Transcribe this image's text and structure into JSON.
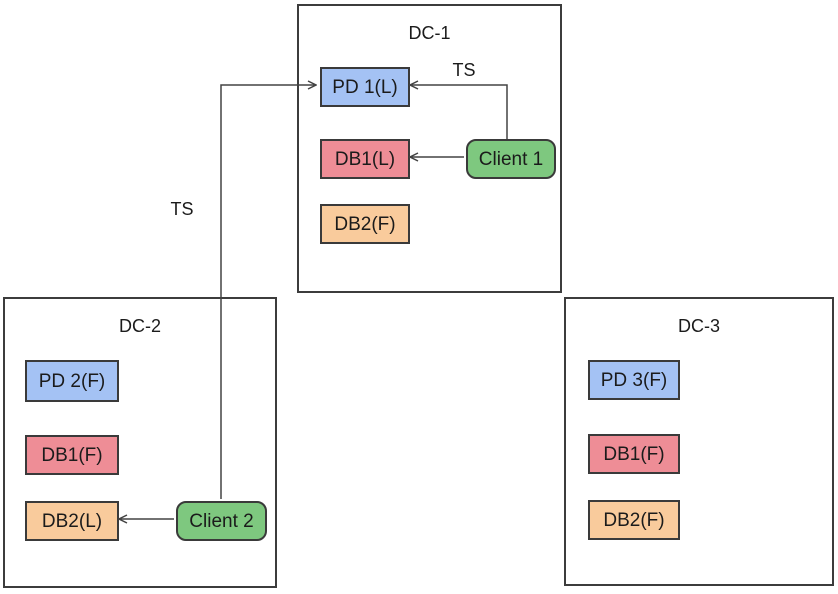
{
  "diagram": {
    "colors": {
      "pd": "#a4c2f4",
      "db1": "#ee8d96",
      "db2": "#f9cb9c",
      "client": "#7ec87f",
      "line": "#434343",
      "border": "#3a3a3a"
    },
    "datacenters": {
      "dc1": {
        "title": "DC-1",
        "nodes": {
          "pd1": {
            "label": "PD 1(L)",
            "role": "pd"
          },
          "db1": {
            "label": "DB1(L)",
            "role": "db1"
          },
          "db2": {
            "label": "DB2(F)",
            "role": "db2"
          },
          "client1": {
            "label": "Client 1",
            "role": "client"
          }
        }
      },
      "dc2": {
        "title": "DC-2",
        "nodes": {
          "pd2": {
            "label": "PD 2(F)",
            "role": "pd"
          },
          "db1": {
            "label": "DB1(F)",
            "role": "db1"
          },
          "db2": {
            "label": "DB2(L)",
            "role": "db2"
          },
          "client2": {
            "label": "Client 2",
            "role": "client"
          }
        }
      },
      "dc3": {
        "title": "DC-3",
        "nodes": {
          "pd3": {
            "label": "PD 3(F)",
            "role": "pd"
          },
          "db1": {
            "label": "DB1(F)",
            "role": "db1"
          },
          "db2": {
            "label": "DB2(F)",
            "role": "db2"
          }
        }
      }
    },
    "edges": {
      "ts1": {
        "label": "TS",
        "from": "Client 1",
        "to": "PD 1(L)"
      },
      "client1_db1": {
        "label": "",
        "from": "Client 1",
        "to": "DB1(L)"
      },
      "ts2": {
        "label": "TS",
        "from": "Client 2",
        "to": "PD 1(L)"
      },
      "client2_db2": {
        "label": "",
        "from": "Client 2",
        "to": "DB2(L)"
      }
    }
  }
}
